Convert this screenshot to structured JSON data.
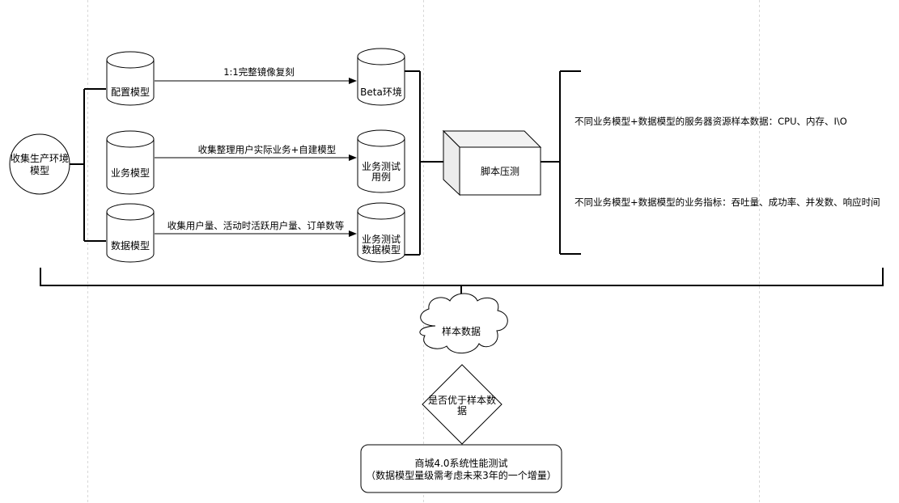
{
  "nodes": {
    "collect_env": {
      "line1": "收集生产环境",
      "line2": "模型"
    },
    "config_model": "配置模型",
    "business_model": "业务模型",
    "data_model": "数据模型",
    "beta_env": "Beta环境",
    "biz_test_case": {
      "line1": "业务测试",
      "line2": "用例"
    },
    "biz_test_data_model": {
      "line1": "业务测试",
      "line2": "数据模型"
    },
    "script_stress": "脚本压测",
    "sample_data": "样本数据",
    "decision": {
      "line1": "是否优于样本数",
      "line2": "据"
    },
    "final_box": {
      "line1": "商城4.0系统性能测试",
      "line2": "（数据模型量级需考虑未来3年的一个增量）"
    }
  },
  "edges": {
    "config_to_beta": "1:1完整镜像复刻",
    "business_to_case": "收集整理用户实际业务+自建模型",
    "data_to_datamodel": "收集用户量、活动时活跃用户量、订单数等"
  },
  "notes": {
    "resource_samples": "不同业务模型+数据模型的服务器资源样本数据：CPU、内存、I\\O",
    "business_metrics": "不同业务模型+数据模型的业务指标：吞吐量、成功率、并发数、响应时间"
  }
}
